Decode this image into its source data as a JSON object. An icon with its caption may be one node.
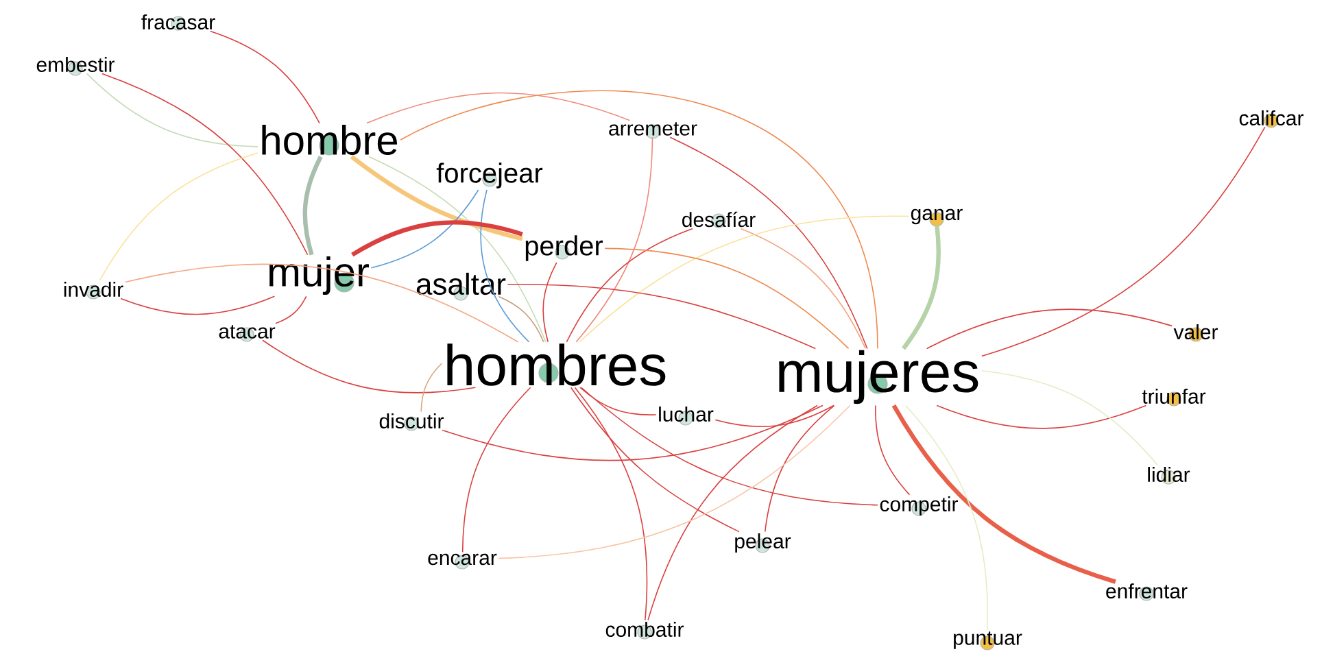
{
  "diagram": {
    "nodes": [
      {
        "text": [
          "fracasar"
        ]
      },
      {
        "text": [
          "embestir"
        ]
      },
      {
        "text": [
          "hombre"
        ]
      },
      {
        "text": [
          "arremeter"
        ]
      },
      {
        "text": [
          "forcejear"
        ]
      },
      {
        "text": [
          "califcar"
        ]
      },
      {
        "text": [
          "desafíar"
        ]
      },
      {
        "text": [
          "ganar"
        ]
      },
      {
        "text": [
          "perder"
        ]
      },
      {
        "text": [
          "invadir"
        ]
      },
      {
        "text": [
          "mujer"
        ]
      },
      {
        "text": [
          "asaltar"
        ]
      },
      {
        "text": [
          "atacar"
        ]
      },
      {
        "text": [
          "valer"
        ]
      },
      {
        "text": [
          "hombres"
        ]
      },
      {
        "text": [
          "mujeres"
        ]
      },
      {
        "text": [
          "luchar"
        ]
      },
      {
        "text": [
          "triunfar"
        ]
      },
      {
        "text": [
          "discutir"
        ]
      },
      {
        "text": [
          "lidiar"
        ]
      },
      {
        "text": [
          "competir"
        ]
      },
      {
        "text": [
          "encarar"
        ]
      },
      {
        "text": [
          "pelear"
        ]
      },
      {
        "text": [
          "enfrentar"
        ]
      },
      {
        "text": [
          "combatir"
        ]
      },
      {
        "text": [
          "puntuar"
        ]
      }
    ],
    "edges": [
      {
        "from": 0,
        "to": 2,
        "arrow": "none"
      },
      {
        "from": 1,
        "to": 2,
        "arrow": "none",
        "color": "#c5dbb5"
      },
      {
        "from": 1,
        "to": 10,
        "arrow": "none"
      },
      {
        "from": 2,
        "to": 10,
        "arrow": "none",
        "style": "thick",
        "color": "#a9bfae"
      },
      {
        "from": 2,
        "to": 8,
        "arrow": "none",
        "style": "thick",
        "color": "#f6c77a"
      },
      {
        "from": 2,
        "to": 15,
        "arrow": "none",
        "color": "#ef8a4e"
      },
      {
        "from": 2,
        "to": 3,
        "arrow": "none",
        "color": "#f08a7a"
      },
      {
        "from": 2,
        "to": 9,
        "arrow": "none",
        "color": "#fbe29a"
      },
      {
        "from": 2,
        "to": 14,
        "arrow": "none",
        "color": "#c5dbb5"
      },
      {
        "from": 10,
        "to": 4,
        "arrow": "none",
        "color": "#5b9bd5"
      },
      {
        "from": 4,
        "to": 14,
        "arrow": "none",
        "color": "#5b9bd5"
      },
      {
        "from": 10,
        "to": 8,
        "arrow": "none",
        "style": "thick"
      },
      {
        "from": 10,
        "to": 9,
        "arrow": "none"
      },
      {
        "from": 12,
        "to": 10,
        "arrow": "none"
      },
      {
        "from": 9,
        "to": 14,
        "arrow": "none",
        "color": "#f4a582"
      },
      {
        "from": 12,
        "to": 14,
        "arrow": "none"
      },
      {
        "from": 3,
        "to": 15,
        "arrow": "none"
      },
      {
        "from": 3,
        "to": 14,
        "arrow": "none",
        "color": "#f08a7a"
      },
      {
        "from": 6,
        "to": 15,
        "arrow": "none",
        "color": "#f4a582"
      },
      {
        "from": 6,
        "to": 14,
        "arrow": "none"
      },
      {
        "from": 7,
        "to": 15,
        "arrow": "none",
        "style": "thick",
        "color": "#b5d3a6"
      },
      {
        "from": 7,
        "to": 14,
        "arrow": "none",
        "color": "#fbe29a"
      },
      {
        "from": 5,
        "to": 15,
        "arrow": "none"
      },
      {
        "from": 13,
        "to": 15,
        "arrow": "none"
      },
      {
        "from": 17,
        "to": 15,
        "arrow": "none"
      },
      {
        "from": 19,
        "to": 15,
        "arrow": "none",
        "color": "#e3edc6"
      },
      {
        "from": 23,
        "to": 15,
        "arrow": "none",
        "style": "thick",
        "color": "#e8604a"
      },
      {
        "from": 25,
        "to": 15,
        "arrow": "none",
        "color": "#e3edc6"
      },
      {
        "from": 20,
        "to": 15,
        "arrow": "none"
      },
      {
        "from": 20,
        "to": 14,
        "arrow": "none"
      },
      {
        "from": 22,
        "to": 15,
        "arrow": "none"
      },
      {
        "from": 22,
        "to": 14,
        "arrow": "none"
      },
      {
        "from": 24,
        "to": 15,
        "arrow": "none"
      },
      {
        "from": 24,
        "to": 14,
        "arrow": "none"
      },
      {
        "from": 21,
        "to": 14,
        "arrow": "none"
      },
      {
        "from": 21,
        "to": 15,
        "arrow": "none",
        "color": "#f9c5a5"
      },
      {
        "from": 18,
        "to": 14,
        "arrow": "none",
        "color": "#d9a77a"
      },
      {
        "from": 18,
        "to": 15,
        "arrow": "none"
      },
      {
        "from": 16,
        "to": 14,
        "arrow": "none"
      },
      {
        "from": 16,
        "to": 15,
        "arrow": "none"
      },
      {
        "from": 11,
        "to": 14,
        "arrow": "none",
        "color": "#c49a7a"
      },
      {
        "from": 11,
        "to": 15,
        "arrow": "none"
      },
      {
        "from": 8,
        "to": 15,
        "arrow": "none",
        "color": "#ef8a4e"
      },
      {
        "from": 8,
        "to": 14,
        "arrow": "none"
      }
    ]
  }
}
